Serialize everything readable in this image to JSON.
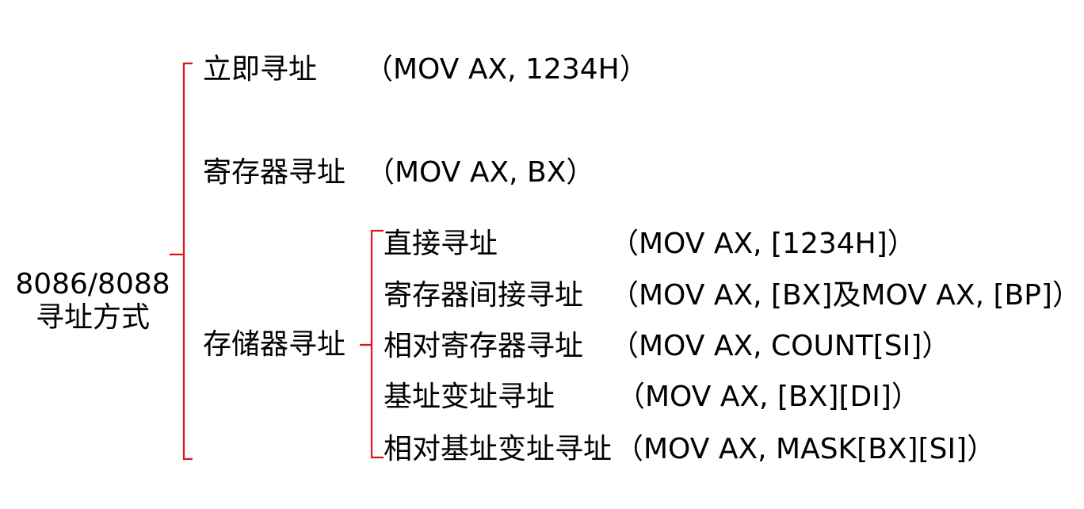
{
  "root": {
    "line1": "8086/8088",
    "line2": "寻址方式"
  },
  "items": [
    {
      "name": "立即寻址",
      "example": "（MOV AX, 1234H）"
    },
    {
      "name": "寄存器寻址",
      "example": "（MOV AX, BX）"
    },
    {
      "name": "存储器寻址"
    }
  ],
  "memory_items": [
    {
      "name": "直接寻址",
      "example": "（MOV AX, [1234H]）"
    },
    {
      "name": "寄存器间接寻址",
      "example": "（MOV AX, [BX]及MOV AX, [BP]）"
    },
    {
      "name": "相对寄存器寻址",
      "example": "（MOV AX, COUNT[SI]）"
    },
    {
      "name": "基址变址寻址",
      "example": "（MOV AX, [BX][DI]）"
    },
    {
      "name": "相对基址变址寻址",
      "example": "（MOV AX, MASK[BX][SI]）"
    }
  ],
  "colors": {
    "brace": "#e0121e",
    "text": "#000000"
  }
}
